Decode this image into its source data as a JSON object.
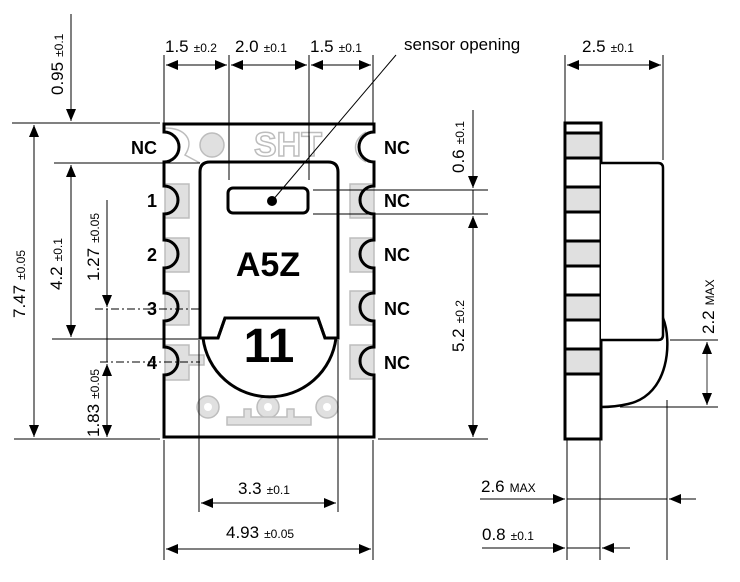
{
  "title": "SHT sensor package outline drawing",
  "callout": {
    "label": "sensor opening"
  },
  "marking": {
    "line1": "A5Z",
    "line2": "11",
    "logo": "SHT"
  },
  "pins": {
    "left": [
      "NC",
      "1",
      "2",
      "3",
      "4"
    ],
    "right": [
      "NC",
      "NC",
      "NC",
      "NC",
      "NC"
    ]
  },
  "dimensions": {
    "top_left_pad": {
      "value": "1.5",
      "tol": "±0.2"
    },
    "top_center": {
      "value": "2.0",
      "tol": "±0.1"
    },
    "top_right_pad": {
      "value": "1.5",
      "tol": "±0.1"
    },
    "side_width": {
      "value": "2.5",
      "tol": "±0.1"
    },
    "top_offset": {
      "value": "0.95",
      "tol": "±0.1"
    },
    "total_height": {
      "value": "7.47",
      "tol": "±0.05"
    },
    "pin_span": {
      "value": "4.2",
      "tol": "±0.1"
    },
    "pitch": {
      "value": "1.27",
      "tol": "±0.05"
    },
    "bottom_pin": {
      "value": "1.83",
      "tol": "±0.05"
    },
    "opening_top": {
      "value": "0.6",
      "tol": "±0.1"
    },
    "opening_to_bottom": {
      "value": "5.2",
      "tol": "±0.2"
    },
    "cap_height": {
      "value": "2.2",
      "tol": "MAX"
    },
    "cap_width": {
      "value": "3.3",
      "tol": "±0.1"
    },
    "total_width": {
      "value": "4.93",
      "tol": "±0.05"
    },
    "total_thickness": {
      "value": "2.6",
      "tol": "MAX"
    },
    "substrate_thickness": {
      "value": "0.8",
      "tol": "±0.1"
    }
  }
}
